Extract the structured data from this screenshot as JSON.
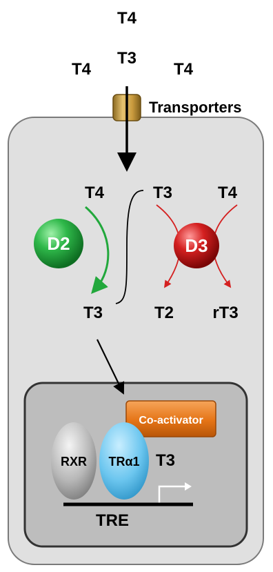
{
  "outside": {
    "t4_top": "T4",
    "t3_top": "T3",
    "t4_left": "T4",
    "t4_right": "T4",
    "transporters_label": "Transporters"
  },
  "cell": {
    "t4_d2_input": "T4",
    "t3_d2_output": "T3",
    "t3_d3_input": "T3",
    "t4_d3_input": "T4",
    "t2_output": "T2",
    "rt3_output": "rT3",
    "d2_label": "D2",
    "d3_label": "D3"
  },
  "nucleus": {
    "coactivator_label": "Co-activator",
    "rxr_label": "RXR",
    "tra1_label": "TRα1",
    "t3_label": "T3",
    "tre_label": "TRE"
  },
  "colors": {
    "d2_green": "#22a83c",
    "d3_red": "#d42020",
    "coactivator_orange": "#e87a1c",
    "tra1_blue": "#6cc6ef",
    "rxr_gray": "#b4b4b4",
    "transporter_gold": "#c9a24a"
  }
}
